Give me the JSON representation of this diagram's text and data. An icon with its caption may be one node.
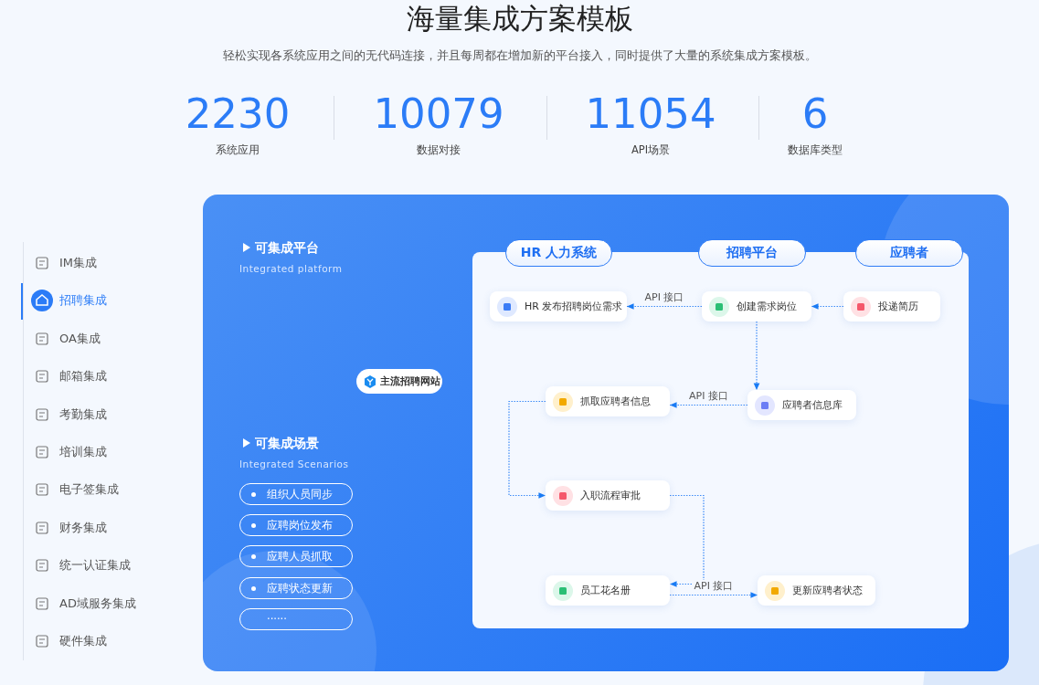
{
  "diagram": {
    "title": "海量集成方案模板",
    "nodes": [
      {
        "text": [
          "HR 人力系统"
        ]
      },
      {
        "text": [
          "招聘平台"
        ]
      },
      {
        "text": [
          "应聘者"
        ]
      },
      {
        "text": [
          "HR 发布招聘岗位需求"
        ]
      },
      {
        "text": [
          "创建需求岗位"
        ]
      },
      {
        "text": [
          "投递简历"
        ]
      },
      {
        "text": [
          "抓取应聘者信息"
        ]
      },
      {
        "text": [
          "应聘者信息库"
        ]
      },
      {
        "text": [
          "入职流程审批"
        ]
      },
      {
        "text": [
          "员工花名册"
        ]
      },
      {
        "text": [
          "更新应聘者状态"
        ]
      },
      {
        "text": [
          "主流招聘网站"
        ]
      },
      {
        "text": [
          "组织人员同步"
        ]
      },
      {
        "text": [
          "应聘岗位发布"
        ]
      },
      {
        "text": [
          "应聘人员抓取"
        ]
      },
      {
        "text": [
          "应聘状态更新"
        ]
      },
      {
        "text": [
          "······"
        ]
      }
    ],
    "edges": [
      {
        "from": 4,
        "to": 3,
        "arrow": "to",
        "label": "API 接口"
      },
      {
        "from": 5,
        "to": 4,
        "arrow": "to"
      },
      {
        "from": 4,
        "to": 7,
        "arrow": "to"
      },
      {
        "from": 7,
        "to": 6,
        "arrow": "to",
        "label": "API 接口"
      },
      {
        "from": 6,
        "to": 8,
        "arrow": "to"
      },
      {
        "from": 8,
        "to": 9,
        "arrow": "to"
      },
      {
        "from": 9,
        "to": 10,
        "arrow": "to",
        "label": "API 接口"
      }
    ],
    "labels": [
      "轻松实现各系统应用之间的无代码连接，并且每周都在增加新的平台接入，同时提供了大量的系统集成方案模板。",
      "2230",
      "系统应用",
      "10079",
      "数据对接",
      "11054",
      "API场景",
      "6",
      "数据库类型",
      "IM集成",
      "招聘集成",
      "OA集成",
      "邮箱集成",
      "考勤集成",
      "培训集成",
      "电子签集成",
      "财务集成",
      "统一认证集成",
      "AD域服务集成",
      "硬件集成",
      "可集成平台",
      "Integrated platform",
      "可集成场景",
      "Integrated Scenarios"
    ]
  }
}
